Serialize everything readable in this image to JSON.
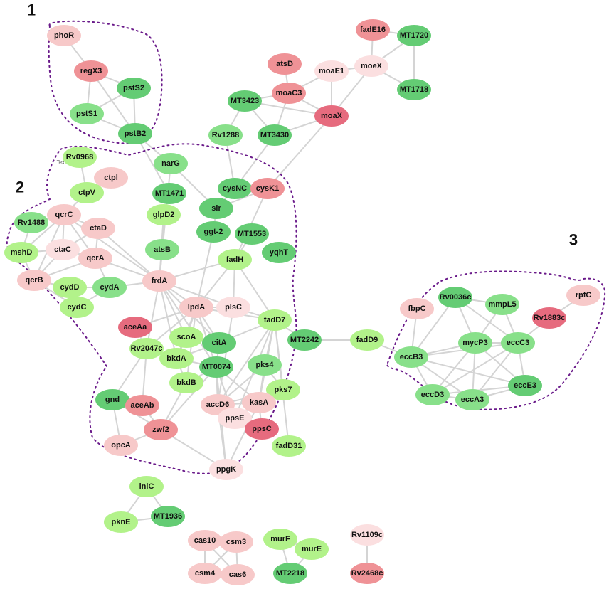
{
  "stray_text": "Text",
  "colors": {
    "dark_red": "#e66b7e",
    "red": "#ef9296",
    "light_red": "#f7c9c9",
    "pale_red": "#fbdfe0",
    "dark_green": "#64cc74",
    "green": "#88e08a",
    "light_green": "#b2f28a",
    "yellow_green": "#c6f58e"
  },
  "clusters": [
    {
      "id": "c1",
      "label": "1"
    },
    {
      "id": "c2",
      "label": "2"
    },
    {
      "id": "c3",
      "label": "3"
    }
  ],
  "nodes": [
    {
      "id": "phoR",
      "label": "phoR",
      "color": "light_red"
    },
    {
      "id": "regX3",
      "label": "regX3",
      "color": "red"
    },
    {
      "id": "pstS2",
      "label": "pstS2",
      "color": "dark_green"
    },
    {
      "id": "pstS1",
      "label": "pstS1",
      "color": "green"
    },
    {
      "id": "pstB2",
      "label": "pstB2",
      "color": "dark_green"
    },
    {
      "id": "fadE16",
      "label": "fadE16",
      "color": "red"
    },
    {
      "id": "MT1720",
      "label": "MT1720",
      "color": "dark_green"
    },
    {
      "id": "atsD",
      "label": "atsD",
      "color": "red"
    },
    {
      "id": "moaE1",
      "label": "moaE1",
      "color": "pale_red"
    },
    {
      "id": "moeX",
      "label": "moeX",
      "color": "pale_red"
    },
    {
      "id": "MT1718",
      "label": "MT1718",
      "color": "dark_green"
    },
    {
      "id": "MT3423",
      "label": "MT3423",
      "color": "dark_green"
    },
    {
      "id": "moaC3",
      "label": "moaC3",
      "color": "red"
    },
    {
      "id": "moaX",
      "label": "moaX",
      "color": "dark_red"
    },
    {
      "id": "Rv1288",
      "label": "Rv1288",
      "color": "green"
    },
    {
      "id": "MT3430",
      "label": "MT3430",
      "color": "dark_green"
    },
    {
      "id": "Rv0968",
      "label": "Rv0968",
      "color": "light_green"
    },
    {
      "id": "narG",
      "label": "narG",
      "color": "green"
    },
    {
      "id": "ctpl",
      "label": "ctpl",
      "color": "light_red"
    },
    {
      "id": "ctpV",
      "label": "ctpV",
      "color": "light_green"
    },
    {
      "id": "MT1471",
      "label": "MT1471",
      "color": "dark_green"
    },
    {
      "id": "cysNC",
      "label": "cysNC",
      "color": "dark_green"
    },
    {
      "id": "cysK1",
      "label": "cysK1",
      "color": "red"
    },
    {
      "id": "sir",
      "label": "sir",
      "color": "dark_green"
    },
    {
      "id": "glpD2",
      "label": "glpD2",
      "color": "light_green"
    },
    {
      "id": "Rv1488",
      "label": "Rv1488",
      "color": "green"
    },
    {
      "id": "qcrC",
      "label": "qcrC",
      "color": "light_red"
    },
    {
      "id": "ctaD",
      "label": "ctaD",
      "color": "light_red"
    },
    {
      "id": "ggt-2",
      "label": "ggt-2",
      "color": "dark_green"
    },
    {
      "id": "MT1553",
      "label": "MT1553",
      "color": "dark_green"
    },
    {
      "id": "mshD",
      "label": "mshD",
      "color": "light_green"
    },
    {
      "id": "ctaC",
      "label": "ctaC",
      "color": "pale_red"
    },
    {
      "id": "qcrA",
      "label": "qcrA",
      "color": "light_red"
    },
    {
      "id": "atsB",
      "label": "atsB",
      "color": "green"
    },
    {
      "id": "fadH",
      "label": "fadH",
      "color": "light_green"
    },
    {
      "id": "yqhT",
      "label": "yqhT",
      "color": "dark_green"
    },
    {
      "id": "qcrB",
      "label": "qcrB",
      "color": "light_red"
    },
    {
      "id": "cydD",
      "label": "cydD",
      "color": "light_green"
    },
    {
      "id": "cydA",
      "label": "cydA",
      "color": "green"
    },
    {
      "id": "frdA",
      "label": "frdA",
      "color": "light_red"
    },
    {
      "id": "cydC",
      "label": "cydC",
      "color": "light_green"
    },
    {
      "id": "lpdA",
      "label": "lpdA",
      "color": "light_red"
    },
    {
      "id": "plsC",
      "label": "plsC",
      "color": "pale_red"
    },
    {
      "id": "fadD7",
      "label": "fadD7",
      "color": "light_green"
    },
    {
      "id": "aceAa",
      "label": "aceAa",
      "color": "dark_red"
    },
    {
      "id": "scoA",
      "label": "scoA",
      "color": "light_green"
    },
    {
      "id": "citA",
      "label": "citA",
      "color": "dark_green"
    },
    {
      "id": "MT2242",
      "label": "MT2242",
      "color": "dark_green"
    },
    {
      "id": "fadD9",
      "label": "fadD9",
      "color": "light_green"
    },
    {
      "id": "Rv2047c",
      "label": "Rv2047c",
      "color": "light_green"
    },
    {
      "id": "bkdA",
      "label": "bkdA",
      "color": "light_green"
    },
    {
      "id": "MT0074",
      "label": "MT0074",
      "color": "dark_green"
    },
    {
      "id": "pks4",
      "label": "pks4",
      "color": "green"
    },
    {
      "id": "bkdB",
      "label": "bkdB",
      "color": "light_green"
    },
    {
      "id": "pks7",
      "label": "pks7",
      "color": "light_green"
    },
    {
      "id": "gnd",
      "label": "gnd",
      "color": "dark_green"
    },
    {
      "id": "aceAb",
      "label": "aceAb",
      "color": "red"
    },
    {
      "id": "accD6",
      "label": "accD6",
      "color": "light_red"
    },
    {
      "id": "kasA",
      "label": "kasA",
      "color": "light_red"
    },
    {
      "id": "ppsE",
      "label": "ppsE",
      "color": "pale_red"
    },
    {
      "id": "zwf2",
      "label": "zwf2",
      "color": "red"
    },
    {
      "id": "ppsC",
      "label": "ppsC",
      "color": "dark_red"
    },
    {
      "id": "opcA",
      "label": "opcA",
      "color": "light_red"
    },
    {
      "id": "fadD31",
      "label": "fadD31",
      "color": "light_green"
    },
    {
      "id": "ppgK",
      "label": "ppgK",
      "color": "pale_red"
    },
    {
      "id": "rpfC",
      "label": "rpfC",
      "color": "light_red"
    },
    {
      "id": "fbpC",
      "label": "fbpC",
      "color": "light_red"
    },
    {
      "id": "Rv0036c",
      "label": "Rv0036c",
      "color": "dark_green"
    },
    {
      "id": "mmpL5",
      "label": "mmpL5",
      "color": "green"
    },
    {
      "id": "Rv1883c",
      "label": "Rv1883c",
      "color": "dark_red"
    },
    {
      "id": "mycP3",
      "label": "mycP3",
      "color": "green"
    },
    {
      "id": "eccC3",
      "label": "eccC3",
      "color": "green"
    },
    {
      "id": "eccB3",
      "label": "eccB3",
      "color": "green"
    },
    {
      "id": "eccE3",
      "label": "eccE3",
      "color": "dark_green"
    },
    {
      "id": "eccD3",
      "label": "eccD3",
      "color": "green"
    },
    {
      "id": "eccA3",
      "label": "eccA3",
      "color": "green"
    },
    {
      "id": "iniC",
      "label": "iniC",
      "color": "light_green"
    },
    {
      "id": "pknE",
      "label": "pknE",
      "color": "light_green"
    },
    {
      "id": "MT1936",
      "label": "MT1936",
      "color": "dark_green"
    },
    {
      "id": "cas10",
      "label": "cas10",
      "color": "light_red"
    },
    {
      "id": "csm3",
      "label": "csm3",
      "color": "light_red"
    },
    {
      "id": "csm4",
      "label": "csm4",
      "color": "light_red"
    },
    {
      "id": "cas6",
      "label": "cas6",
      "color": "light_red"
    },
    {
      "id": "murF",
      "label": "murF",
      "color": "light_green"
    },
    {
      "id": "murE",
      "label": "murE",
      "color": "light_green"
    },
    {
      "id": "MT2218",
      "label": "MT2218",
      "color": "dark_green"
    },
    {
      "id": "Rv1109c",
      "label": "Rv1109c",
      "color": "pale_red"
    },
    {
      "id": "Rv2468c",
      "label": "Rv2468c",
      "color": "red"
    }
  ],
  "edges": [
    [
      "phoR",
      "regX3"
    ],
    [
      "regX3",
      "pstS2"
    ],
    [
      "regX3",
      "pstS1"
    ],
    [
      "regX3",
      "pstB2"
    ],
    [
      "pstS2",
      "pstS1"
    ],
    [
      "pstS2",
      "pstB2"
    ],
    [
      "pstS1",
      "pstB2"
    ],
    [
      "pstB2",
      "narG"
    ],
    [
      "pstB2",
      "MT1471"
    ],
    [
      "fadE16",
      "MT1720"
    ],
    [
      "fadE16",
      "moeX"
    ],
    [
      "moeX",
      "MT1720"
    ],
    [
      "moeX",
      "MT1718"
    ],
    [
      "MT1720",
      "MT1718"
    ],
    [
      "moeX",
      "moaE1"
    ],
    [
      "moeX",
      "moaX"
    ],
    [
      "moaE1",
      "moaC3"
    ],
    [
      "moaE1",
      "moaX"
    ],
    [
      "atsD",
      "moaC3"
    ],
    [
      "moaC3",
      "MT3423"
    ],
    [
      "moaC3",
      "moaX"
    ],
    [
      "moaC3",
      "MT3430"
    ],
    [
      "MT3423",
      "MT3430"
    ],
    [
      "MT3423",
      "moaX"
    ],
    [
      "moaX",
      "MT3430"
    ],
    [
      "moaX",
      "cysK1"
    ],
    [
      "MT3423",
      "Rv1288"
    ],
    [
      "MT3430",
      "cysNC"
    ],
    [
      "Rv1288",
      "cysNC"
    ],
    [
      "cysNC",
      "sir"
    ],
    [
      "cysNC",
      "cysK1"
    ],
    [
      "cysK1",
      "sir"
    ],
    [
      "sir",
      "narG"
    ],
    [
      "sir",
      "ggt-2"
    ],
    [
      "cysK1",
      "fadH"
    ],
    [
      "narG",
      "frdA"
    ],
    [
      "MT1471",
      "glpD2"
    ],
    [
      "glpD2",
      "frdA"
    ],
    [
      "glpD2",
      "atsB"
    ],
    [
      "Rv0968",
      "ctpV"
    ],
    [
      "ctpl",
      "ctpV"
    ],
    [
      "ctpV",
      "qcrC"
    ],
    [
      "Rv1488",
      "qcrC"
    ],
    [
      "Rv1488",
      "mshD"
    ],
    [
      "qcrC",
      "ctaD"
    ],
    [
      "qcrC",
      "ctaC"
    ],
    [
      "qcrC",
      "qcrA"
    ],
    [
      "qcrC",
      "mshD"
    ],
    [
      "qcrC",
      "qcrB"
    ],
    [
      "qcrC",
      "frdA"
    ],
    [
      "ctaD",
      "ctaC"
    ],
    [
      "ctaD",
      "qcrA"
    ],
    [
      "ctaC",
      "qcrA"
    ],
    [
      "ctaC",
      "qcrB"
    ],
    [
      "mshD",
      "ctaC"
    ],
    [
      "mshD",
      "qcrB"
    ],
    [
      "qcrB",
      "qcrA"
    ],
    [
      "qcrB",
      "cydD"
    ],
    [
      "qcrB",
      "cydC"
    ],
    [
      "cydD",
      "cydC"
    ],
    [
      "cydD",
      "cydA"
    ],
    [
      "cydA",
      "qcrA"
    ],
    [
      "cydC",
      "cydA"
    ],
    [
      "qcrA",
      "frdA"
    ],
    [
      "ctaD",
      "frdA"
    ],
    [
      "cydA",
      "frdA"
    ],
    [
      "atsB",
      "frdA"
    ],
    [
      "frdA",
      "lpdA"
    ],
    [
      "frdA",
      "citA"
    ],
    [
      "frdA",
      "scoA"
    ],
    [
      "frdA",
      "bkdA"
    ],
    [
      "frdA",
      "Rv2047c"
    ],
    [
      "frdA",
      "fadH"
    ],
    [
      "frdA",
      "MT0074"
    ],
    [
      "frdA",
      "plsC"
    ],
    [
      "ggt-2",
      "lpdA"
    ],
    [
      "MT1553",
      "fadH"
    ],
    [
      "fadH",
      "lpdA"
    ],
    [
      "fadH",
      "fadD7"
    ],
    [
      "fadH",
      "plsC"
    ],
    [
      "lpdA",
      "aceAa"
    ],
    [
      "lpdA",
      "scoA"
    ],
    [
      "lpdA",
      "citA"
    ],
    [
      "lpdA",
      "bkdA"
    ],
    [
      "lpdA",
      "bkdB"
    ],
    [
      "lpdA",
      "MT0074"
    ],
    [
      "lpdA",
      "Rv2047c"
    ],
    [
      "lpdA",
      "fadD7"
    ],
    [
      "lpdA",
      "plsC"
    ],
    [
      "plsC",
      "accD6"
    ],
    [
      "plsC",
      "fadD7"
    ],
    [
      "fadD7",
      "MT2242"
    ],
    [
      "MT2242",
      "fadD9"
    ],
    [
      "fadD7",
      "pks4"
    ],
    [
      "fadD7",
      "pks7"
    ],
    [
      "fadD7",
      "kasA"
    ],
    [
      "fadD7",
      "accD6"
    ],
    [
      "fadD7",
      "citA"
    ],
    [
      "fadD7",
      "ppsE"
    ],
    [
      "fadD7",
      "fadD31"
    ],
    [
      "scoA",
      "bkdA"
    ],
    [
      "scoA",
      "citA"
    ],
    [
      "citA",
      "MT0074"
    ],
    [
      "citA",
      "bkdA"
    ],
    [
      "MT0074",
      "bkdA"
    ],
    [
      "MT0074",
      "bkdB"
    ],
    [
      "bkdA",
      "bkdB"
    ],
    [
      "bkdA",
      "Rv2047c"
    ],
    [
      "Rv2047c",
      "aceAa"
    ],
    [
      "Rv2047c",
      "aceAb"
    ],
    [
      "Rv2047c",
      "gnd"
    ],
    [
      "aceAb",
      "zwf2"
    ],
    [
      "gnd",
      "aceAb"
    ],
    [
      "gnd",
      "zwf2"
    ],
    [
      "gnd",
      "opcA"
    ],
    [
      "zwf2",
      "opcA"
    ],
    [
      "zwf2",
      "ppgK"
    ],
    [
      "zwf2",
      "MT0074"
    ],
    [
      "bkdB",
      "zwf2"
    ],
    [
      "MT0074",
      "accD6"
    ],
    [
      "MT0074",
      "ppsE"
    ],
    [
      "MT0074",
      "kasA"
    ],
    [
      "MT0074",
      "ppgK"
    ],
    [
      "accD6",
      "kasA"
    ],
    [
      "accD6",
      "ppsE"
    ],
    [
      "accD6",
      "pks4"
    ],
    [
      "accD6",
      "pks7"
    ],
    [
      "kasA",
      "pks4"
    ],
    [
      "kasA",
      "pks7"
    ],
    [
      "pks4",
      "pks7"
    ],
    [
      "ppsE",
      "ppsC"
    ],
    [
      "ppsE",
      "kasA"
    ],
    [
      "ppsC",
      "kasA"
    ],
    [
      "ppsC",
      "ppsE"
    ],
    [
      "accD6",
      "ppgK"
    ],
    [
      "kasA",
      "ppgK"
    ],
    [
      "fadD9",
      "eccB3"
    ],
    [
      "fbpC",
      "eccB3"
    ],
    [
      "Rv0036c",
      "eccB3"
    ],
    [
      "Rv0036c",
      "mmpL5"
    ],
    [
      "Rv0036c",
      "eccC3"
    ],
    [
      "Rv0036c",
      "mycP3"
    ],
    [
      "mmpL5",
      "eccC3"
    ],
    [
      "mmpL5",
      "mycP3"
    ],
    [
      "Rv1883c",
      "rpfC"
    ],
    [
      "Rv1883c",
      "eccC3"
    ],
    [
      "mycP3",
      "eccC3"
    ],
    [
      "mycP3",
      "eccB3"
    ],
    [
      "mycP3",
      "eccD3"
    ],
    [
      "mycP3",
      "eccA3"
    ],
    [
      "mycP3",
      "eccE3"
    ],
    [
      "eccC3",
      "eccB3"
    ],
    [
      "eccC3",
      "eccE3"
    ],
    [
      "eccC3",
      "eccA3"
    ],
    [
      "eccC3",
      "eccD3"
    ],
    [
      "eccB3",
      "eccD3"
    ],
    [
      "eccB3",
      "eccA3"
    ],
    [
      "eccB3",
      "eccE3"
    ],
    [
      "eccD3",
      "eccA3"
    ],
    [
      "eccA3",
      "eccE3"
    ],
    [
      "eccD3",
      "eccE3"
    ],
    [
      "iniC",
      "pknE"
    ],
    [
      "iniC",
      "MT1936"
    ],
    [
      "pknE",
      "MT1936"
    ],
    [
      "cas10",
      "csm3"
    ],
    [
      "cas10",
      "csm4"
    ],
    [
      "cas10",
      "cas6"
    ],
    [
      "csm3",
      "csm4"
    ],
    [
      "csm3",
      "cas6"
    ],
    [
      "csm4",
      "cas6"
    ],
    [
      "murF",
      "murE"
    ],
    [
      "murF",
      "MT2218"
    ],
    [
      "murE",
      "MT2218"
    ],
    [
      "Rv1109c",
      "Rv2468c"
    ]
  ]
}
